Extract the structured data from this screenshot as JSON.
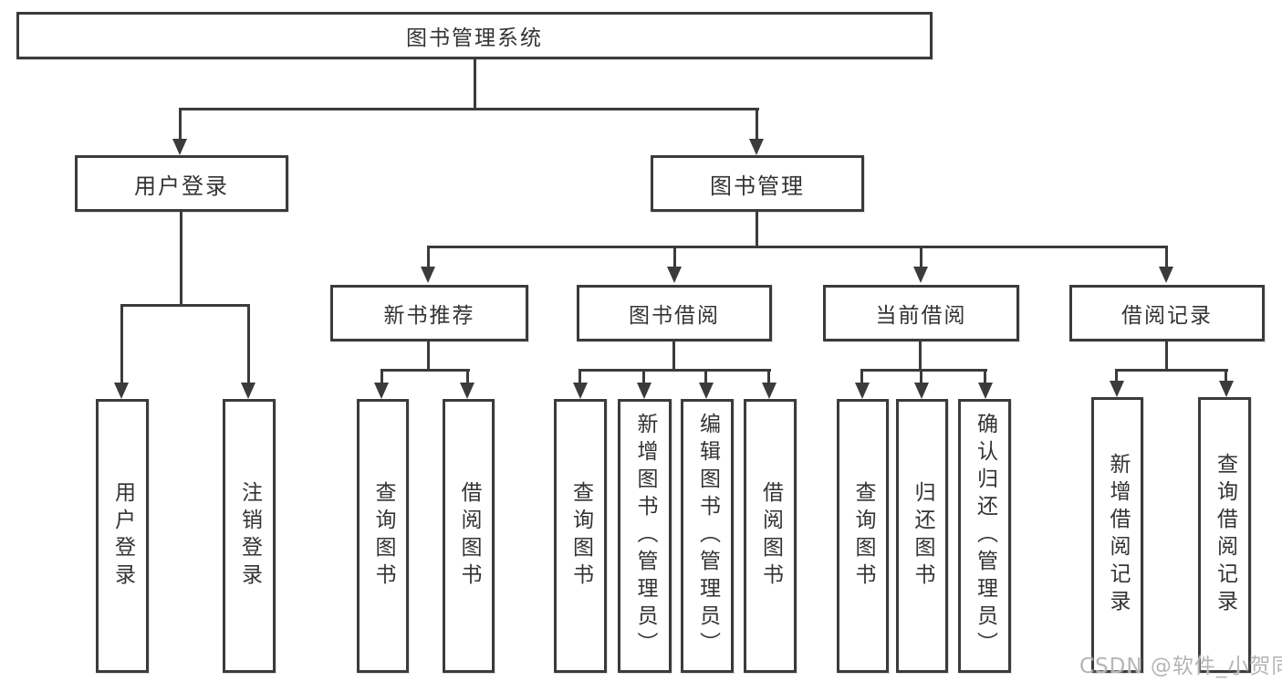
{
  "diagram": {
    "root": "图书管理系统",
    "level2": {
      "user_login": "用户登录",
      "book_mgmt": "图书管理"
    },
    "level3": {
      "new_books": "新书推荐",
      "book_borrow": "图书借阅",
      "current_borrow": "当前借阅",
      "borrow_records": "借阅记录"
    },
    "leaves": {
      "user_login": [
        "用户登录",
        "注销登录"
      ],
      "new_books": [
        "查询图书",
        "借阅图书"
      ],
      "book_borrow": [
        "查询图书",
        "新增图书（管理员）",
        "编辑图书（管理员）",
        "借阅图书"
      ],
      "current_borrow": [
        "查询图书",
        "归还图书",
        "确认归还（管理员）"
      ],
      "borrow_records": [
        "新增借阅记录",
        "查询借阅记录"
      ]
    }
  },
  "watermark": "CSDN @软件_小贺同学",
  "colors": {
    "line": "#3b3b3b",
    "text": "#333333",
    "background": "#ffffff",
    "watermark": "#b5b5b5"
  }
}
